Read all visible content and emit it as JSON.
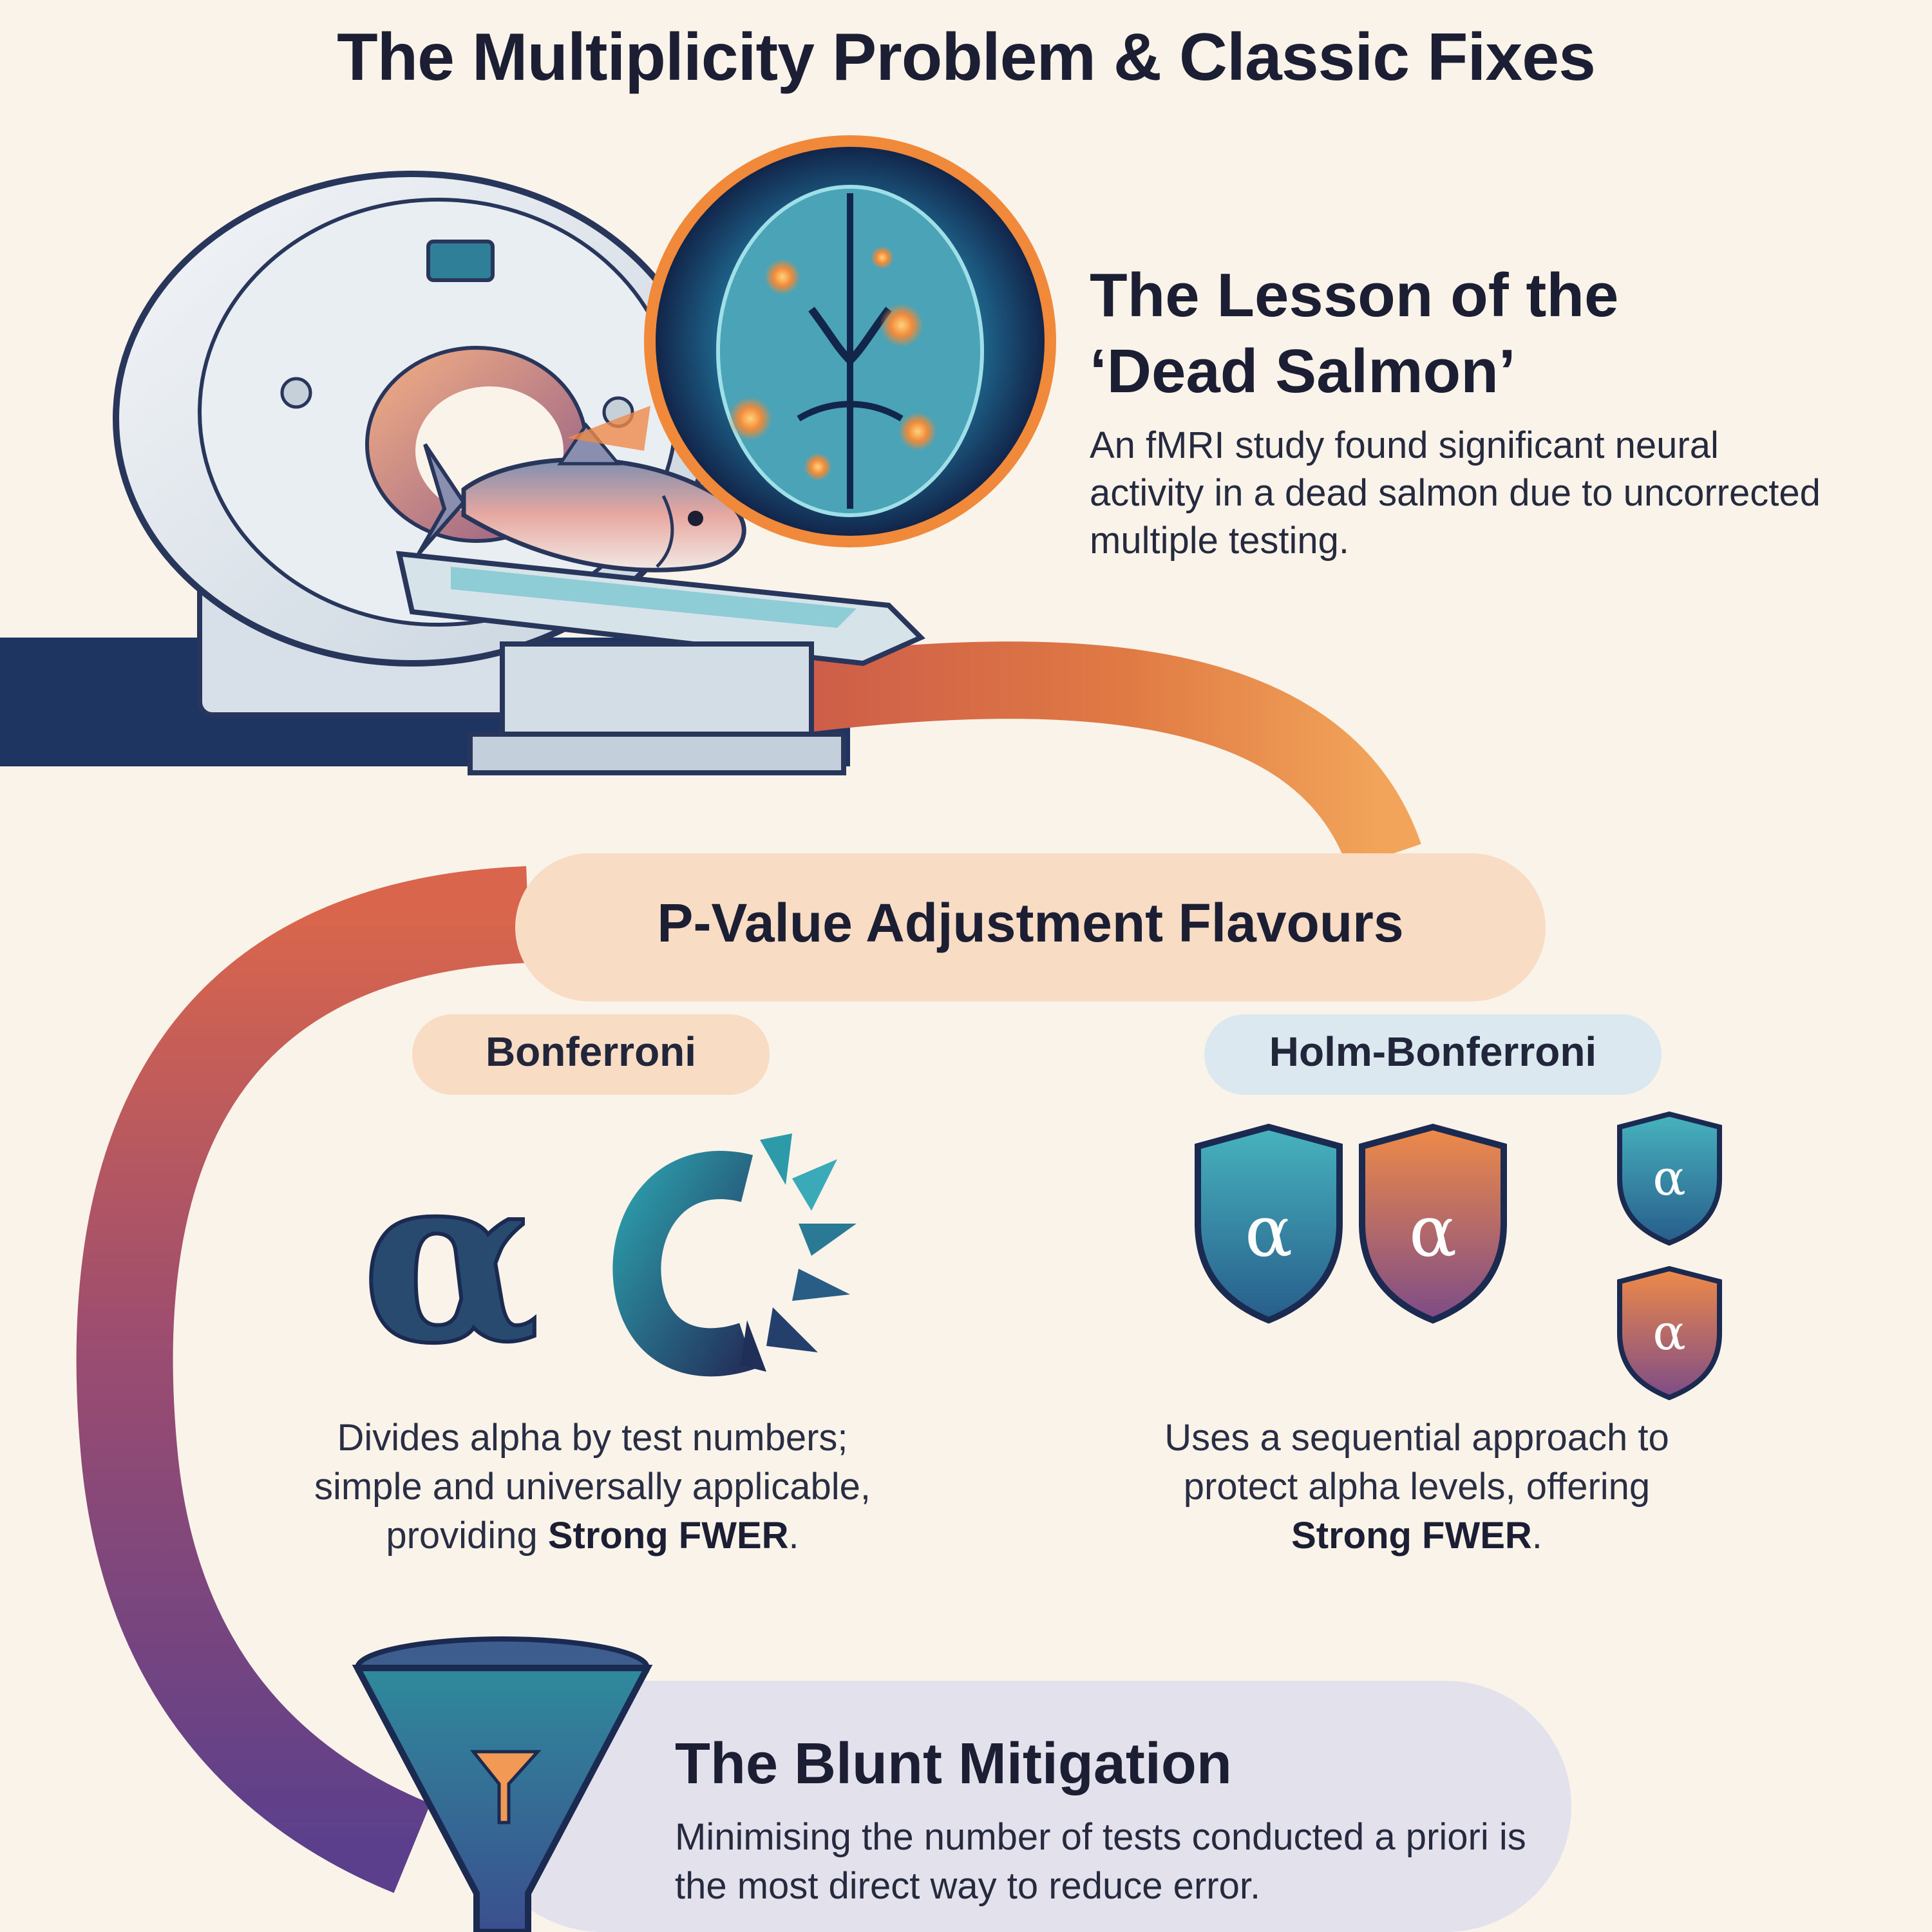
{
  "title": "The Multiplicity Problem & Classic Fixes",
  "lesson": {
    "title_line1": "The Lesson of the",
    "title_line2": "‘Dead Salmon’",
    "body": "An fMRI study found significant neural activity in a dead salmon due to uncorrected multiple testing."
  },
  "adjustment": {
    "title": "P-Value Adjustment Flavours",
    "bonferroni": {
      "label": "Bonferroni",
      "desc_line1": "Divides alpha by test numbers;",
      "desc_line2": "simple and universally applicable,",
      "desc_line3_prefix": "providing ",
      "desc_bold": "Strong FWER",
      "desc_suffix": "."
    },
    "holm": {
      "label": "Holm-Bonferroni",
      "desc_line1": "Uses a sequential approach to",
      "desc_line2": "protect alpha levels, offering",
      "desc_bold": "Strong FWER",
      "desc_suffix": "."
    },
    "alpha_symbol": "α"
  },
  "blunt": {
    "title": "The Blunt Mitigation",
    "body": "Minimising the number of tests conducted a priori is the most direct way to reduce error."
  },
  "colors": {
    "background": "#faf3ea",
    "navy": "#1f3561",
    "orange": "#ee8a4a",
    "purple": "#6a4a94",
    "teal": "#2d8a9a",
    "peach_pill": "#f8dcc4",
    "blue_pill": "#dce8ef",
    "lavender_pill": "#e3e1ec"
  },
  "icons": [
    "mri-scanner-icon",
    "salmon-icon",
    "brain-scan-icon",
    "alpha-icon",
    "fractured-alpha-icon",
    "shield-alpha-icon",
    "funnel-icon"
  ]
}
